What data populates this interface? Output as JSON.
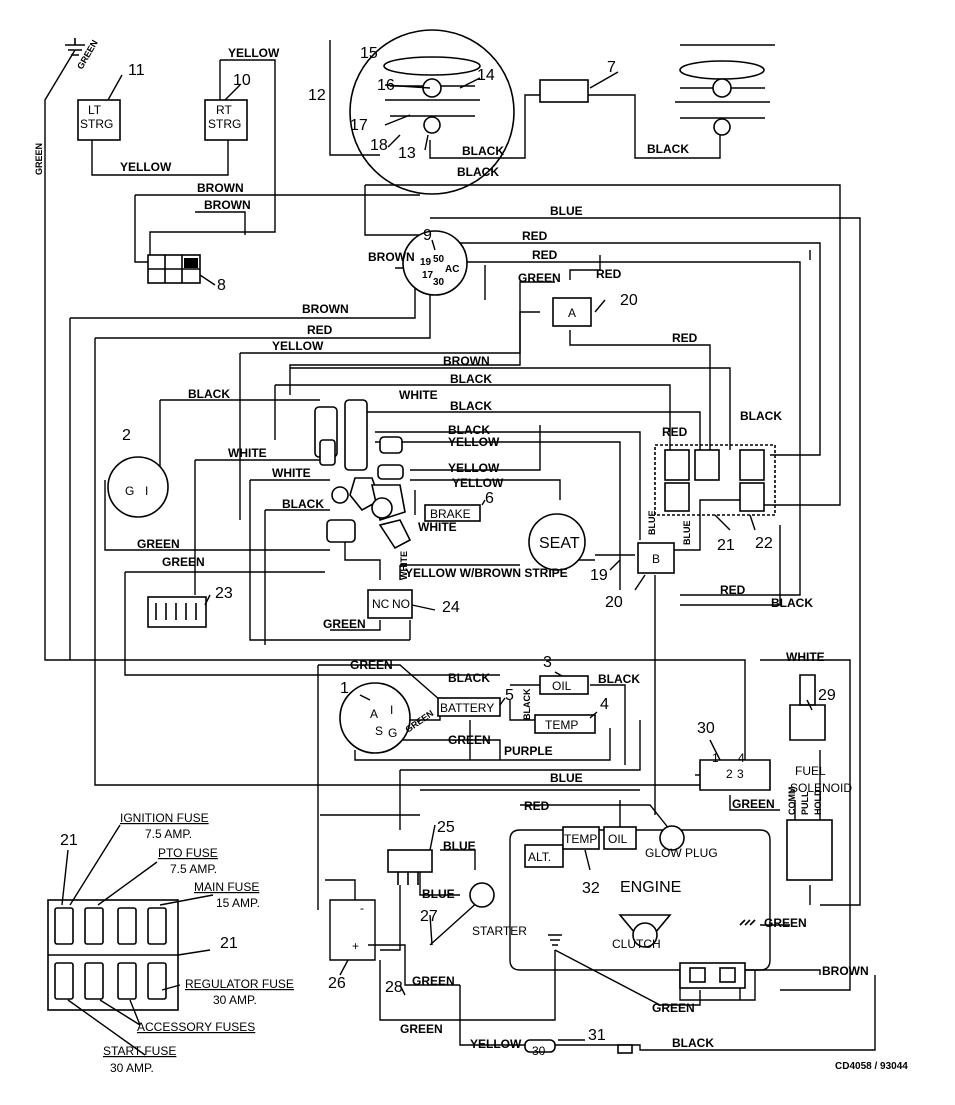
{
  "diagram": {
    "components": {
      "c1": "1",
      "c2": "2",
      "c3": "3",
      "c4": "4",
      "c5": "5",
      "c6": "6",
      "c7": "7",
      "c8": "8",
      "c9": "9",
      "c10": "10",
      "c11": "11",
      "c12": "12",
      "c13": "13",
      "c14": "14",
      "c15": "15",
      "c16": "16",
      "c17": "17",
      "c18": "18",
      "c19": "19",
      "c20a": "20",
      "c20b": "20",
      "c21a": "21",
      "c21b": "21",
      "c21c": "21",
      "c22": "22",
      "c23": "23",
      "c24": "24",
      "c25": "25",
      "c26": "26",
      "c27": "27",
      "c28": "28",
      "c29": "29",
      "c30": "30",
      "c31": "31",
      "c32": "32"
    },
    "component_labels": {
      "lt_strg_1": "LT",
      "lt_strg_2": "STRG",
      "rt_strg_1": "RT",
      "rt_strg_2": "STRG",
      "battery": "BATTERY",
      "oil_sender": "OIL",
      "temp_sender": "TEMP",
      "brake": "BRAKE",
      "seat": "SEAT",
      "engine": "ENGINE",
      "temp_engine": "TEMP",
      "oil_engine": "OIL",
      "alt": "ALT.",
      "glow_plug": "GLOW PLUG",
      "starter": "STARTER",
      "clutch": "CLUTCH",
      "fuel_solenoid_1": "FUEL",
      "fuel_solenoid_2": "SOLENOID",
      "relay_a": "A",
      "relay_b": "B",
      "key_switch_a": "A",
      "key_switch_i": "I",
      "key_switch_s": "S",
      "key_switch_g": "G",
      "hourmeter_g": "G",
      "hourmeter_i": "I",
      "ign_19": "19",
      "ign_50": "50",
      "ign_17": "17",
      "ign_30": "30",
      "ign_ac": "AC",
      "nc": "NC",
      "no": "NO",
      "solenoid_1": "1",
      "solenoid_2": "2",
      "solenoid_3": "3",
      "solenoid_4": "4",
      "comm": "COMM",
      "pull": "PULL",
      "hold": "HOLD",
      "plus": "+",
      "minus": "-",
      "thirty": "30"
    },
    "wire_labels": {
      "yellow_top": "YELLOW",
      "yellow_strg": "YELLOW",
      "brown_1": "BROWN",
      "brown_2": "BROWN",
      "black_light1": "BLACK",
      "black_light2": "BLACK",
      "black_light3": "BLACK",
      "blue_1": "BLUE",
      "red_1": "RED",
      "red_2": "RED",
      "brown_ign": "BROWN",
      "green_relay": "GREEN",
      "red_relay": "RED",
      "brown_3": "BROWN",
      "red_3": "RED",
      "yellow_3": "YELLOW",
      "red_4": "RED",
      "brown_4": "BROWN",
      "black_4": "BLACK",
      "black_5": "BLACK",
      "white_1": "WHITE",
      "black_6": "BLACK",
      "black_7": "BLACK",
      "yellow_4": "YELLOW",
      "white_2": "WHITE",
      "white_3": "WHITE",
      "yellow_5": "YELLOW",
      "yellow_6": "YELLOW",
      "black_8": "BLACK",
      "white_4": "WHITE",
      "red_5": "RED",
      "black_9": "BLACK",
      "green_1": "GREEN",
      "green_2": "GREEN",
      "yellow_brown": "YELLOW W/BROWN STRIPE",
      "red_6": "RED",
      "black_10": "BLACK",
      "green_3": "GREEN",
      "green_4": "GREEN",
      "black_11": "BLACK",
      "black_12": "BLACK",
      "white_5": "WHITE",
      "green_5": "GREEN",
      "purple": "PURPLE",
      "blue_2": "BLUE",
      "red_7": "RED",
      "green_6": "GREEN",
      "blue_3": "BLUE",
      "blue_4": "BLUE",
      "green_7": "GREEN",
      "green_8": "GREEN",
      "brown_5": "BROWN",
      "green_9": "GREEN",
      "green_10": "GREEN",
      "yellow_7": "YELLOW",
      "black_13": "BLACK",
      "green_vert": "GREEN",
      "green_top": "GREEN",
      "green_key": "GREEN",
      "black_vert": "BLACK",
      "blue_vert1": "BLUE",
      "blue_vert2": "BLUE",
      "white_vert": "WHITE"
    },
    "fuse_legend": {
      "ignition_1": "IGNITION FUSE",
      "ignition_2": "7.5 AMP.",
      "pto_1": "PTO FUSE",
      "pto_2": "7.5 AMP.",
      "main_1": "MAIN FUSE",
      "main_2": "15 AMP.",
      "regulator_1": "REGULATOR FUSE",
      "regulator_2": "30 AMP.",
      "accessory": "ACCESSORY FUSES",
      "start_1": "START FUSE",
      "start_2": "30 AMP."
    },
    "reference": "CD4058 / 93044"
  }
}
